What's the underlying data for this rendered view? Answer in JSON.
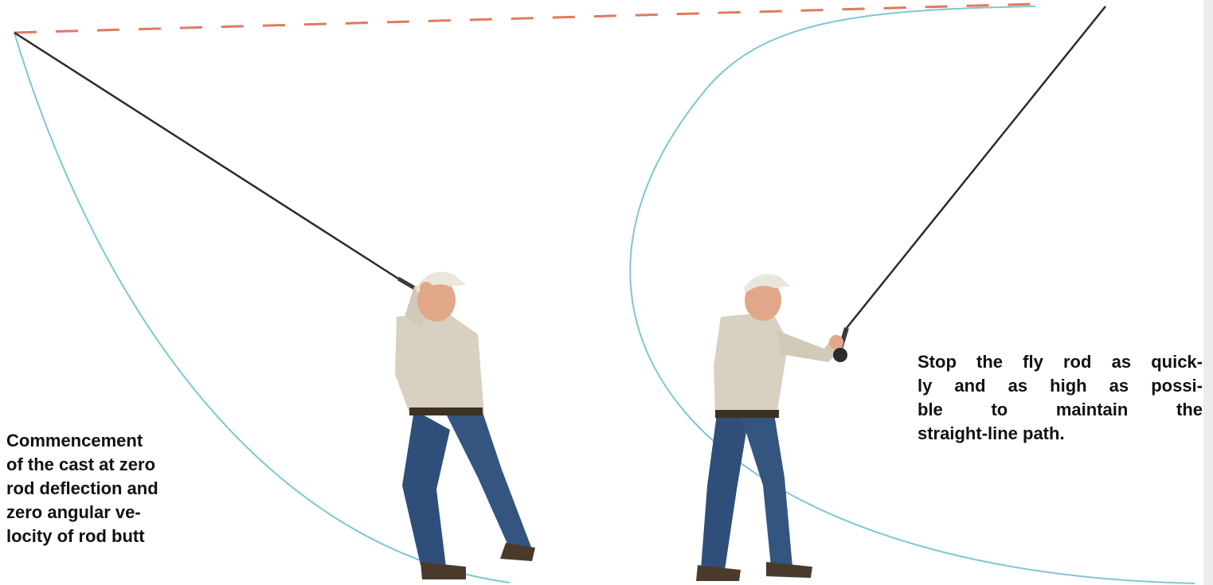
{
  "captions": {
    "left": {
      "lines": [
        "Commencement",
        "of the cast at zero",
        "rod deflection and",
        "zero angular ve-",
        "locity of rod butt"
      ]
    },
    "right": {
      "lines": [
        "Stop the fly rod as quick-",
        "ly and as high as possi-",
        "ble to maintain the",
        "straight-line path."
      ]
    }
  },
  "colors": {
    "tip_path": "#e07a5f",
    "loop_curve": "#7fc6d1",
    "rod": "#2b2b2b",
    "caption_text": "#111111"
  },
  "icons": {
    "caster_left": "fly-caster-figure",
    "caster_right": "fly-caster-figure"
  }
}
